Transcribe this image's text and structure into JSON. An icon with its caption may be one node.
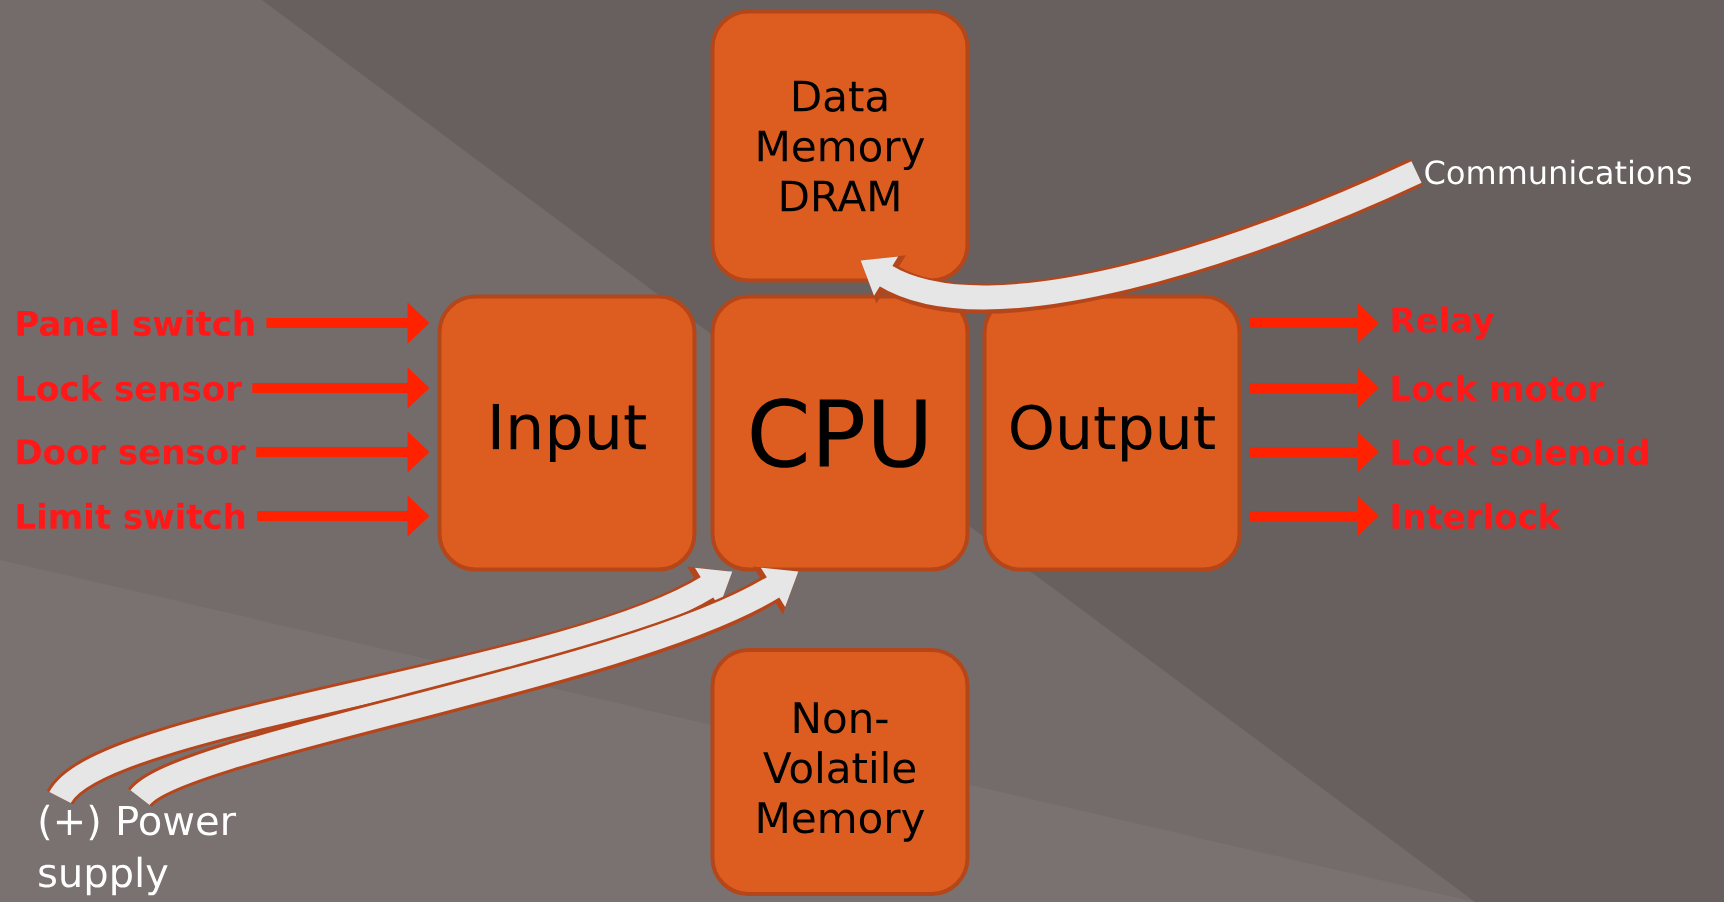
{
  "diagram": {
    "nodes": [
      {
        "text": [
          "Data Memory",
          "DRAM"
        ]
      },
      {
        "text": [
          "Input"
        ]
      },
      {
        "text": [
          "CPU"
        ]
      },
      {
        "text": [
          "Output"
        ]
      },
      {
        "text": [
          "Non-Volatile Memory"
        ]
      },
      {
        "text": [
          "Panel switch"
        ]
      },
      {
        "text": [
          "Lock sensor"
        ]
      },
      {
        "text": [
          "Door sensor"
        ]
      },
      {
        "text": [
          "Limit switch"
        ]
      },
      {
        "text": [
          "Relay"
        ]
      },
      {
        "text": [
          "Lock motor"
        ]
      },
      {
        "text": [
          "Lock solenoid"
        ]
      },
      {
        "text": [
          "Interlock"
        ]
      },
      {
        "text": [
          "(+)  Power supply"
        ]
      },
      {
        "text": [
          "Communications"
        ]
      }
    ],
    "edges": [
      {
        "from": 5,
        "to": 1,
        "arrow": "to"
      },
      {
        "from": 6,
        "to": 1,
        "arrow": "to"
      },
      {
        "from": 7,
        "to": 1,
        "arrow": "to"
      },
      {
        "from": 8,
        "to": 1,
        "arrow": "to"
      },
      {
        "from": 3,
        "to": 9,
        "arrow": "to"
      },
      {
        "from": 3,
        "to": 10,
        "arrow": "to"
      },
      {
        "from": 3,
        "to": 11,
        "arrow": "to"
      },
      {
        "from": 3,
        "to": 12,
        "arrow": "to"
      },
      {
        "from": 14,
        "to": 0,
        "arrow": "to",
        "style": "thick",
        "color": "#e6e6e6"
      },
      {
        "from": 13,
        "to": 2,
        "arrow": "to",
        "style": "thick",
        "color": "#e6e6e6"
      },
      {
        "from": 13,
        "to": 2,
        "arrow": "to",
        "style": "thick",
        "color": "#e6e6e6"
      }
    ]
  }
}
